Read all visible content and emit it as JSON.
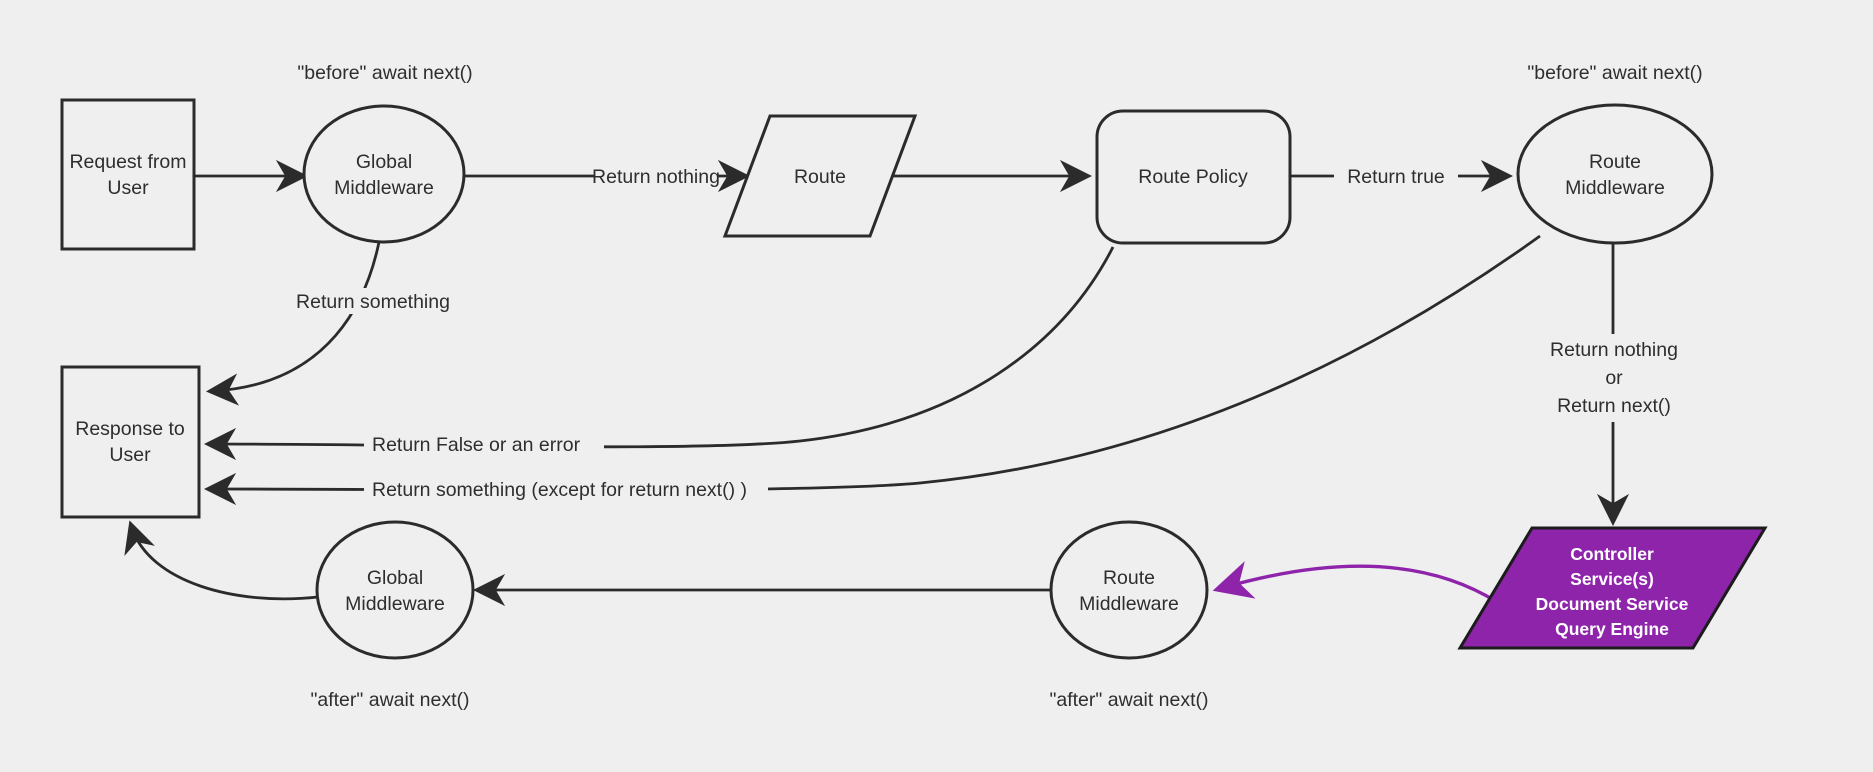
{
  "colors": {
    "background": "#efefef",
    "line": "#2b2b2b",
    "purple": "#8e24aa",
    "text": "#2e2e2e",
    "purple_box_text": "#ffffff"
  },
  "nodes": {
    "request": {
      "line1": "Request from",
      "line2": "User"
    },
    "global_middleware_top": {
      "line1": "Global",
      "line2": "Middleware"
    },
    "route": {
      "label": "Route"
    },
    "route_policy": {
      "label": "Route Policy"
    },
    "route_middleware_top": {
      "line1": "Route",
      "line2": "Middleware"
    },
    "response": {
      "line1": "Response to",
      "line2": "User"
    },
    "controller": {
      "line1": "Controller",
      "line2": "Service(s)",
      "line3": "Document Service",
      "line4": "Query Engine"
    },
    "route_middleware_bottom": {
      "line1": "Route",
      "line2": "Middleware"
    },
    "global_middleware_bottom": {
      "line1": "Global",
      "line2": "Middleware"
    }
  },
  "edge_labels": {
    "before_await_left": "\"before\" await next()",
    "before_await_right": "\"before\" await next()",
    "return_nothing": "Return nothing",
    "return_true": "Return true",
    "return_something": "Return something",
    "return_false_or_error": "Return False or an error",
    "return_something_except": "Return something (except for return next() )",
    "return_nothing_or_line1": "Return nothing",
    "return_nothing_or_line2": "or",
    "return_nothing_or_line3": "Return next()",
    "after_await_left": "\"after\" await next()",
    "after_await_right": "\"after\" await next()"
  }
}
